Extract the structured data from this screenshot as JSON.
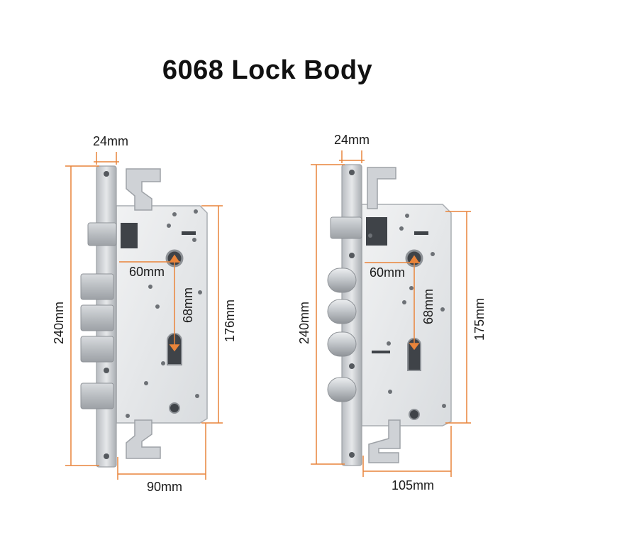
{
  "title": "6068 Lock Body",
  "colors": {
    "dimension_line": "#e9843a",
    "steel_light": "#e4e6e8",
    "steel_mid": "#c9ccd0",
    "steel_dark": "#8e9297",
    "text": "#1a1a1a"
  },
  "left_lock": {
    "top_width": "24mm",
    "overall_height": "240mm",
    "horizontal_distance": "60mm",
    "vertical_distance": "68mm",
    "case_height": "176mm",
    "case_width": "90mm",
    "bolt_style": "square"
  },
  "right_lock": {
    "top_width": "24mm",
    "overall_height": "240mm",
    "horizontal_distance": "60mm",
    "vertical_distance": "68mm",
    "case_height": "175mm",
    "case_width": "105mm",
    "bolt_style": "round"
  }
}
